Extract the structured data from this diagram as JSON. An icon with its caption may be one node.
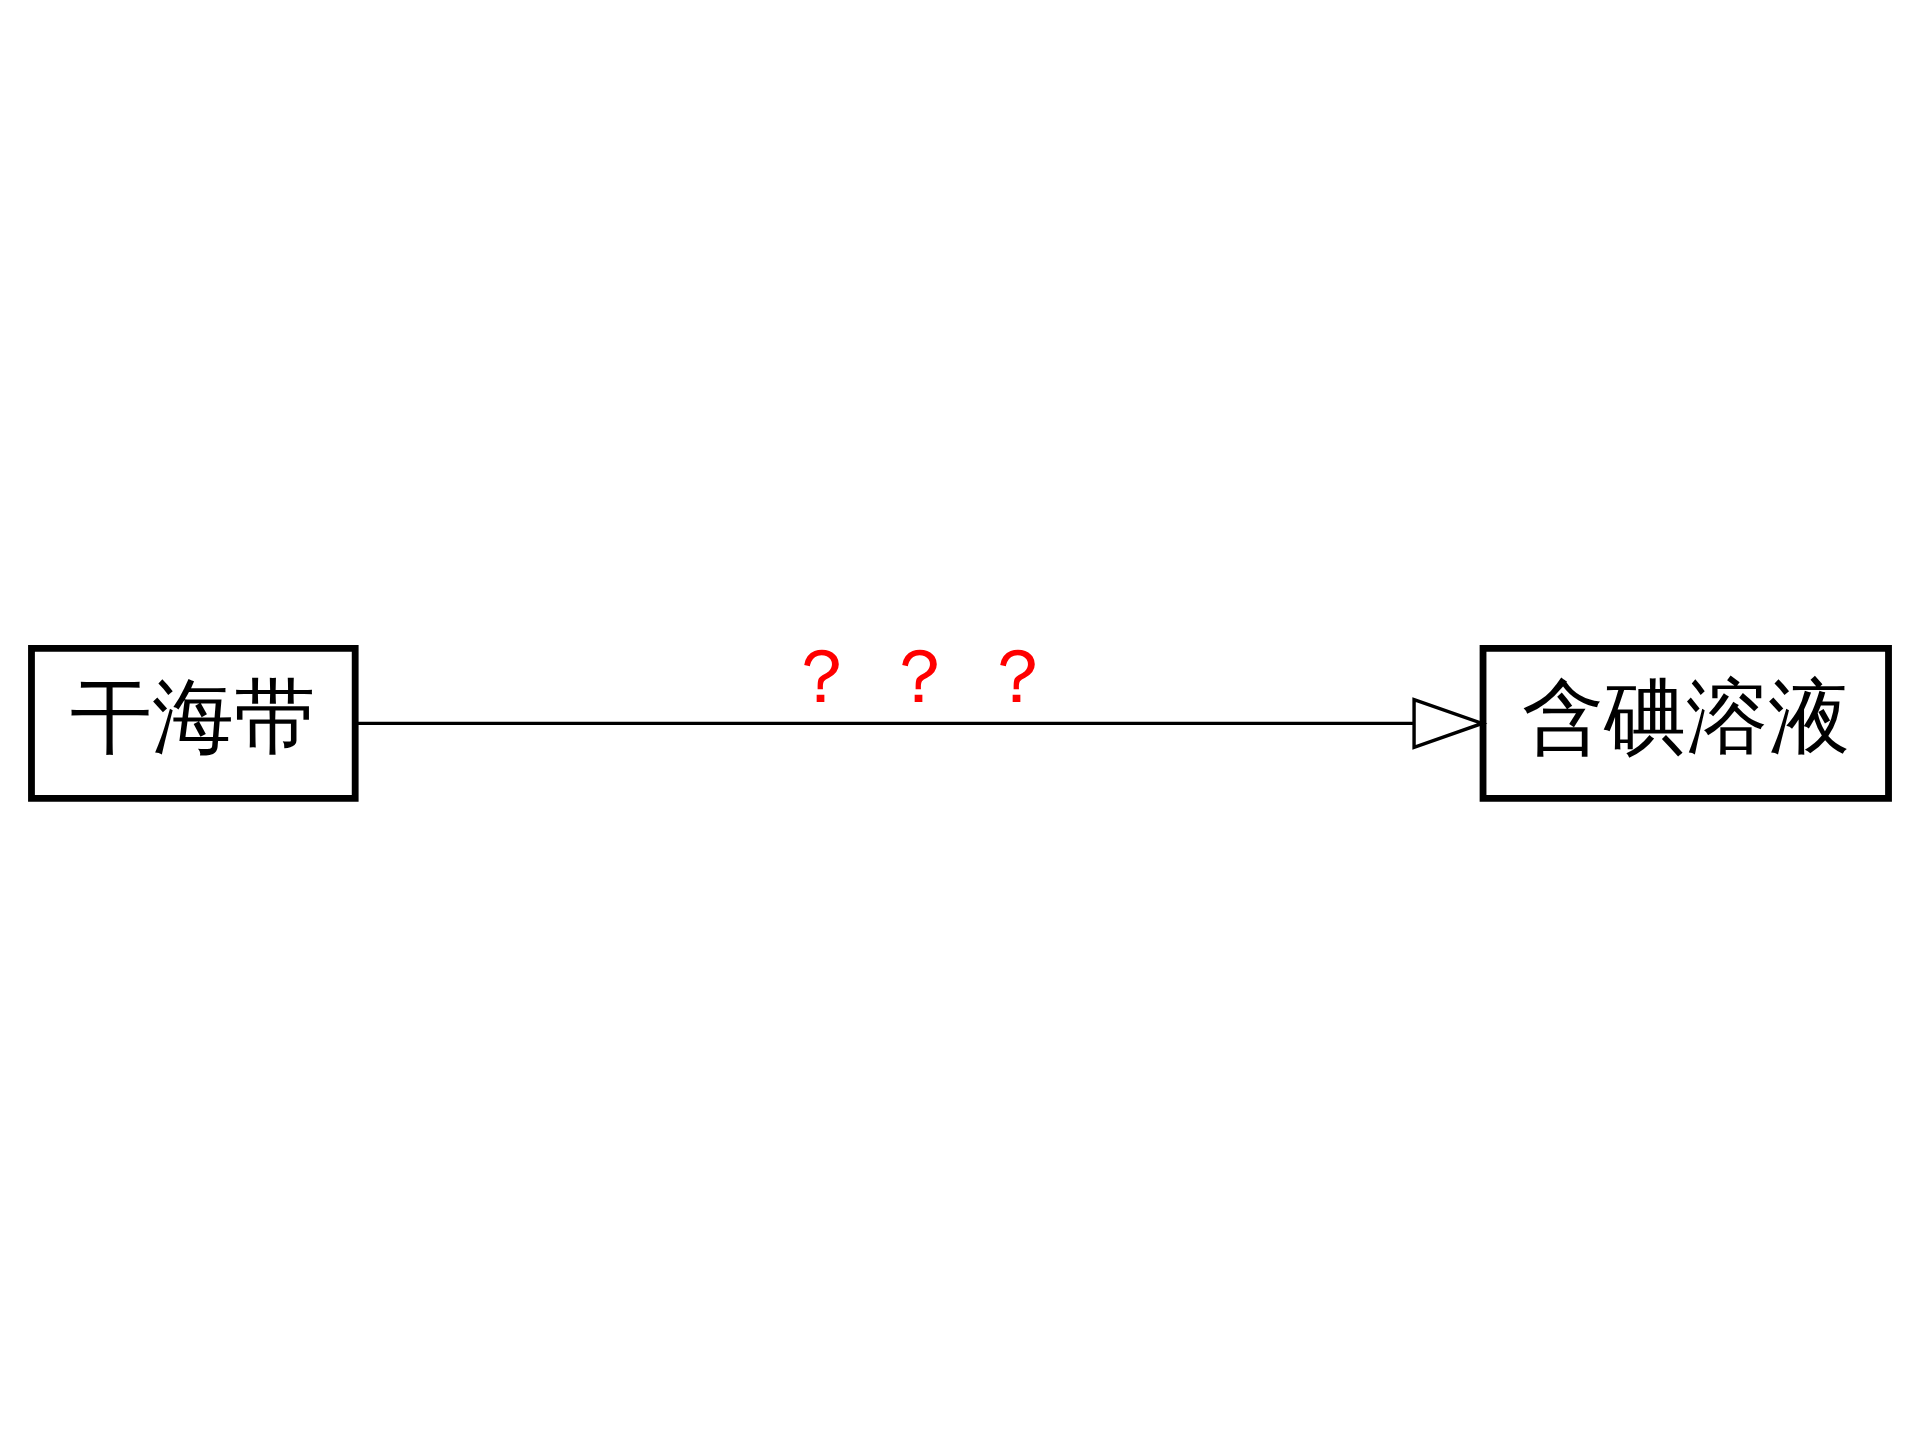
{
  "diagram": {
    "nodes": [
      {
        "text": [
          "干海带"
        ]
      },
      {
        "text": [
          "含碘溶液"
        ]
      }
    ],
    "edges": [
      {
        "from": 0,
        "to": 1,
        "arrow": "to",
        "label": "？ ？ ？"
      }
    ]
  }
}
